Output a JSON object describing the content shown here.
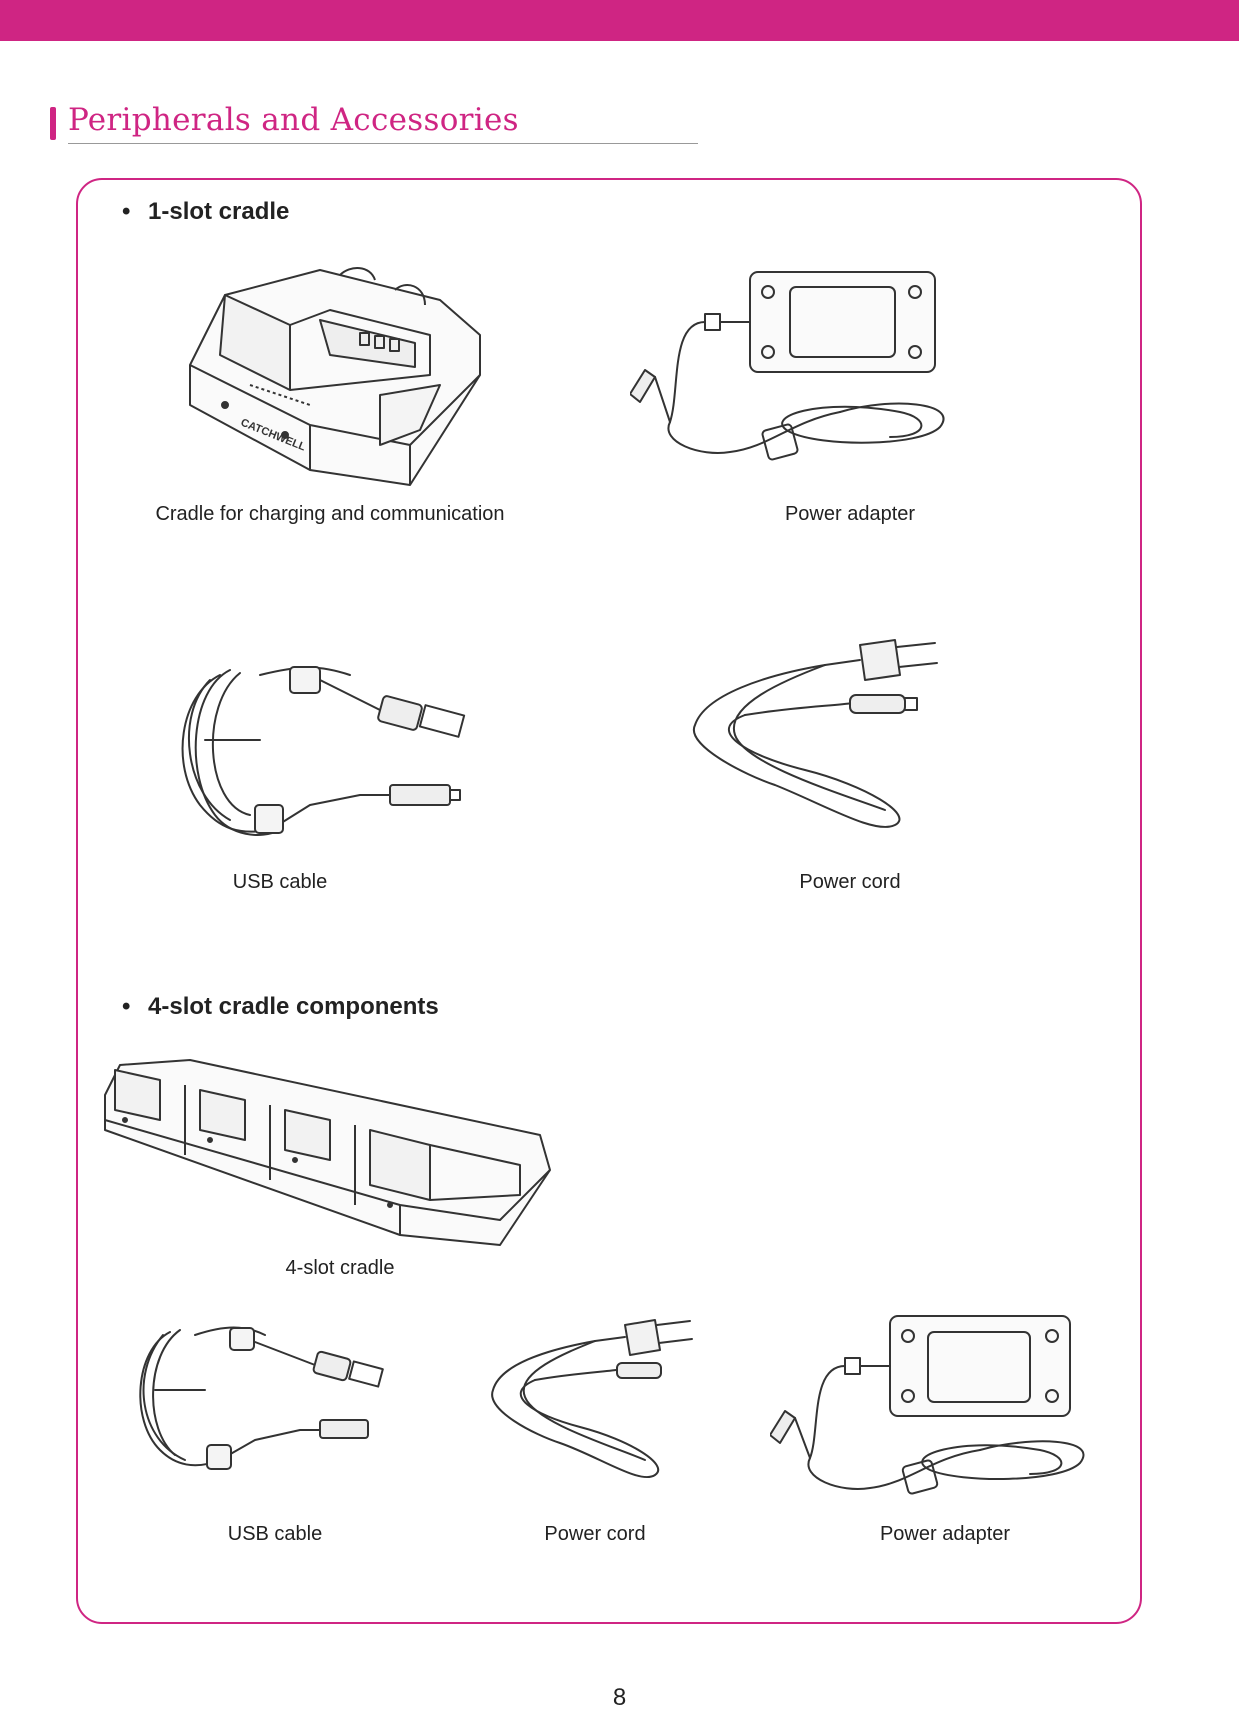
{
  "header": {
    "title": "Peripherals and Accessories"
  },
  "section1": {
    "bullet": "•",
    "heading": "1-slot cradle",
    "captions": {
      "cradle": "Cradle for charging and communication",
      "power_adapter": "Power adapter",
      "usb_cable": "USB cable",
      "power_cord": "Power cord"
    }
  },
  "section2": {
    "bullet": "•",
    "heading": "4-slot cradle components",
    "captions": {
      "cradle4": "4-slot cradle",
      "usb_cable": "USB cable",
      "power_cord": "Power cord",
      "power_adapter": "Power adapter"
    }
  },
  "brand": {
    "logo_text": "CATCHWELL"
  },
  "colors": {
    "accent": "#cf2583",
    "text": "#222222",
    "line": "#333333"
  },
  "footer": {
    "page_number": "8"
  }
}
